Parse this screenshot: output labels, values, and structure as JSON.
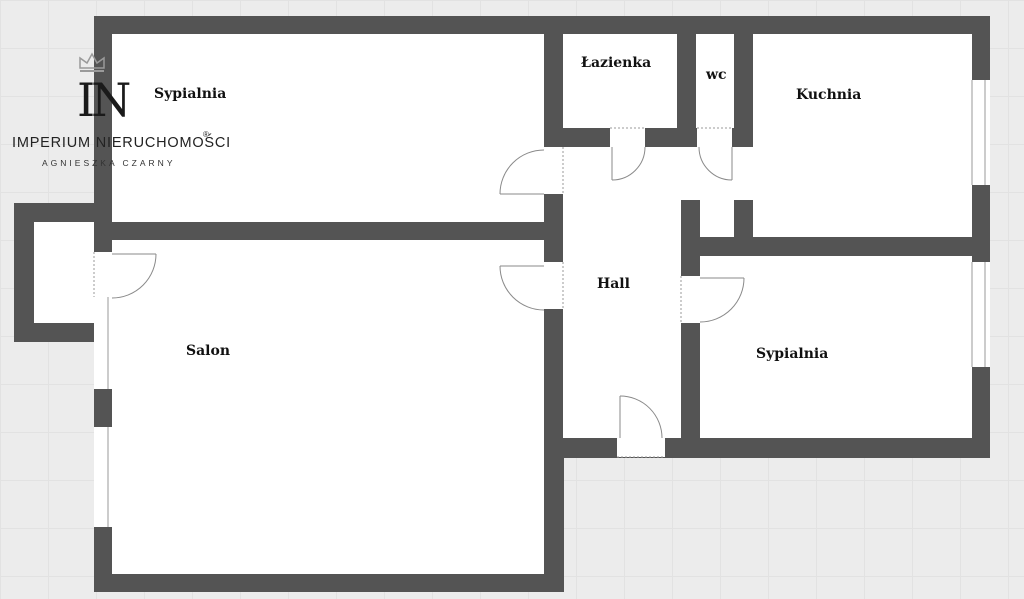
{
  "rooms": {
    "bedroom_1": "Sypialnia",
    "bathroom": "Łazienka",
    "wc": "wc",
    "kitchen": "Kuchnia",
    "hall": "Hall",
    "living_room": "Salon",
    "bedroom_2": "Sypialnia"
  },
  "logo": {
    "monogram": "IN",
    "brand": "IMPERIUM NIERUCHOMOŚCI",
    "registered": "®",
    "subtitle": "AGNIESZKA CZARNY"
  },
  "colors": {
    "wall": "#545454",
    "floor": "#ffffff",
    "background": "#ececec"
  }
}
